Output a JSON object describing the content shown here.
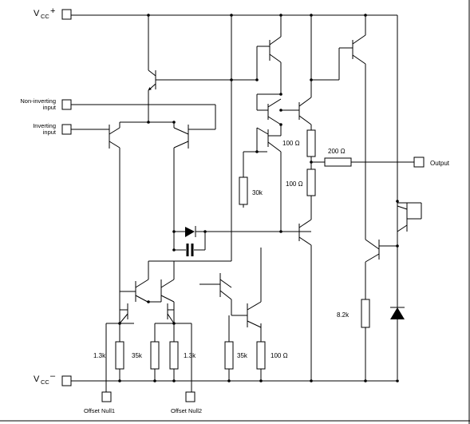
{
  "pins": {
    "vcc_plus": {
      "label": "V",
      "sub": "CC",
      "sign": "+"
    },
    "vcc_minus": {
      "label": "V",
      "sub": "CC",
      "sign": "–"
    },
    "non_inverting": {
      "line1": "Non-inverting",
      "line2": "input"
    },
    "inverting": {
      "line1": "Inverting",
      "line2": "input"
    },
    "output": "Output",
    "offset_null1": "Offset Null1",
    "offset_null2": "Offset Null2"
  },
  "resistors": {
    "r_100_top": "100 Ω",
    "r_200": "200 Ω",
    "r_100_mid": "100 Ω",
    "r_30k": "30k",
    "r_8k2": "8.2k",
    "r_1k3_left": "1.3k",
    "r_35k_left": "35k",
    "r_1k3_right": "1.3k",
    "r_35k_right": "35k",
    "r_100_bottom": "100 Ω"
  }
}
